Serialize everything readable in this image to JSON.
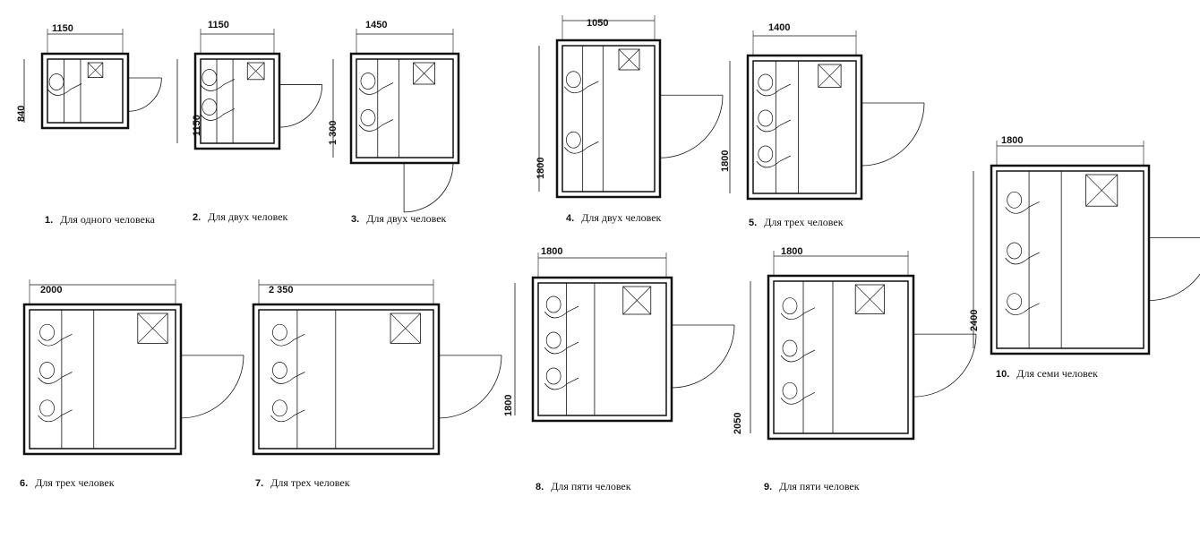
{
  "plans": [
    {
      "number": "1.",
      "caption": "Для одного человека",
      "width": "1150",
      "height": "840"
    },
    {
      "number": "2.",
      "caption": "Для двух человек",
      "width": "1150",
      "height": "1150"
    },
    {
      "number": "3.",
      "caption": "Для двух человек",
      "width": "1450",
      "height": "1 300"
    },
    {
      "number": "4.",
      "caption": "Для двух человек",
      "width": "1050",
      "height": "1800"
    },
    {
      "number": "5.",
      "caption": "Для трех человек",
      "width": "1400",
      "height": "1800"
    },
    {
      "number": "6.",
      "caption": "Для трех человек",
      "width": "2000",
      "height": ""
    },
    {
      "number": "7.",
      "caption": "Для трех человек",
      "width": "2 350",
      "height": ""
    },
    {
      "number": "8.",
      "caption": "Для пяти человек",
      "width": "1800",
      "height": "1800"
    },
    {
      "number": "9.",
      "caption": "Для пяти человек",
      "width": "1800",
      "height": "2050"
    },
    {
      "number": "10.",
      "caption": "Для семи человек",
      "width": "1800",
      "height": "2400"
    }
  ]
}
